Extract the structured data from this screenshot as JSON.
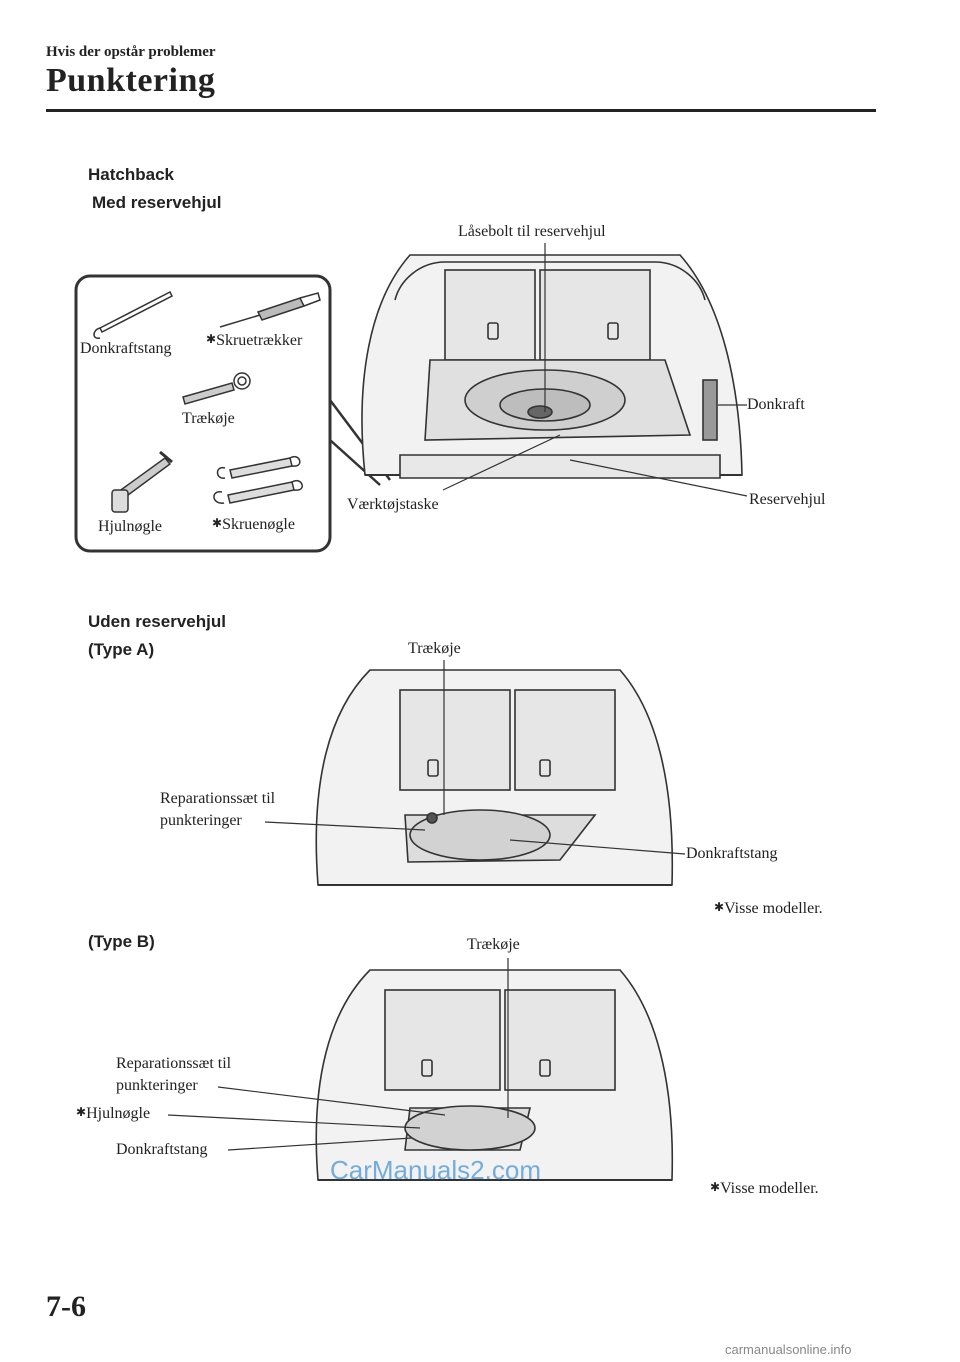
{
  "header": {
    "section": "Hvis der opstår problemer",
    "title": "Punktering"
  },
  "hatchback": {
    "heading": "Hatchback",
    "with_spare": {
      "heading": "Med reservehjul",
      "tools": {
        "jack_handle": "Donkraftstang",
        "screwdriver": "Skruetrækker",
        "tow_hook": "Trækøje",
        "lug_wrench": "Hjulnøgle",
        "spanner": "Skruenøgle"
      },
      "callouts": {
        "spare_lock_bolt": "Låsebolt til reservehjul",
        "jack": "Donkraft",
        "tool_bag": "Værktøjstaske",
        "spare_tire": "Reservehjul"
      }
    },
    "without_spare": {
      "heading": "Uden reservehjul",
      "type_a": {
        "heading": "(Type A)",
        "tow_hook": "Trækøje",
        "repair_kit_line1": "Reparationssæt til",
        "repair_kit_line2": "punkteringer",
        "jack_handle": "Donkraftstang",
        "note": "Visse modeller."
      },
      "type_b": {
        "heading": "(Type B)",
        "tow_hook": "Trækøje",
        "repair_kit_line1": "Reparationssæt til",
        "repair_kit_line2": "punkteringer",
        "lug_wrench": "Hjulnøgle",
        "jack_handle": "Donkraftstang",
        "note": "Visse modeller."
      }
    }
  },
  "footnote_symbol": "✱",
  "page_number": "7-6",
  "watermark": "CarManuals2.com",
  "footer_url": "carmanualsonline.info"
}
